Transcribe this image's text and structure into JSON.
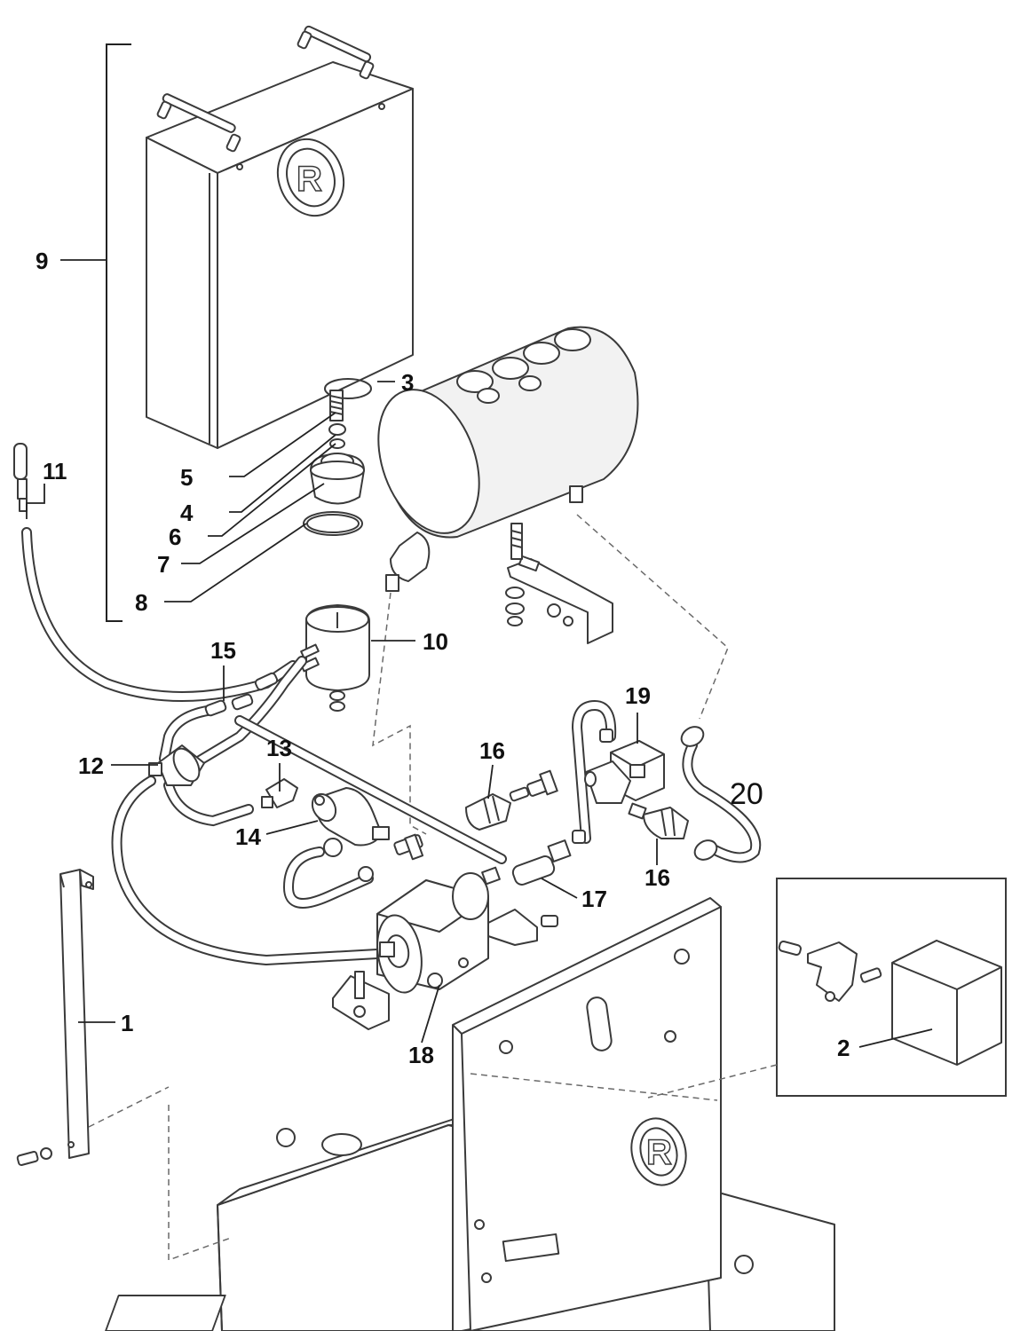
{
  "callouts": {
    "c1": "1",
    "c2": "2",
    "c3": "3",
    "c4": "4",
    "c5": "5",
    "c6": "6",
    "c7": "7",
    "c8": "8",
    "c9": "9",
    "c10": "10",
    "c11": "11",
    "c12": "12",
    "c13": "13",
    "c14": "14",
    "c15": "15",
    "c16a": "16",
    "c16b": "16",
    "c17": "17",
    "c18": "18",
    "c19": "19",
    "c20": "20"
  },
  "logos": {
    "tank_logo": "R",
    "frame_logo": "R"
  }
}
